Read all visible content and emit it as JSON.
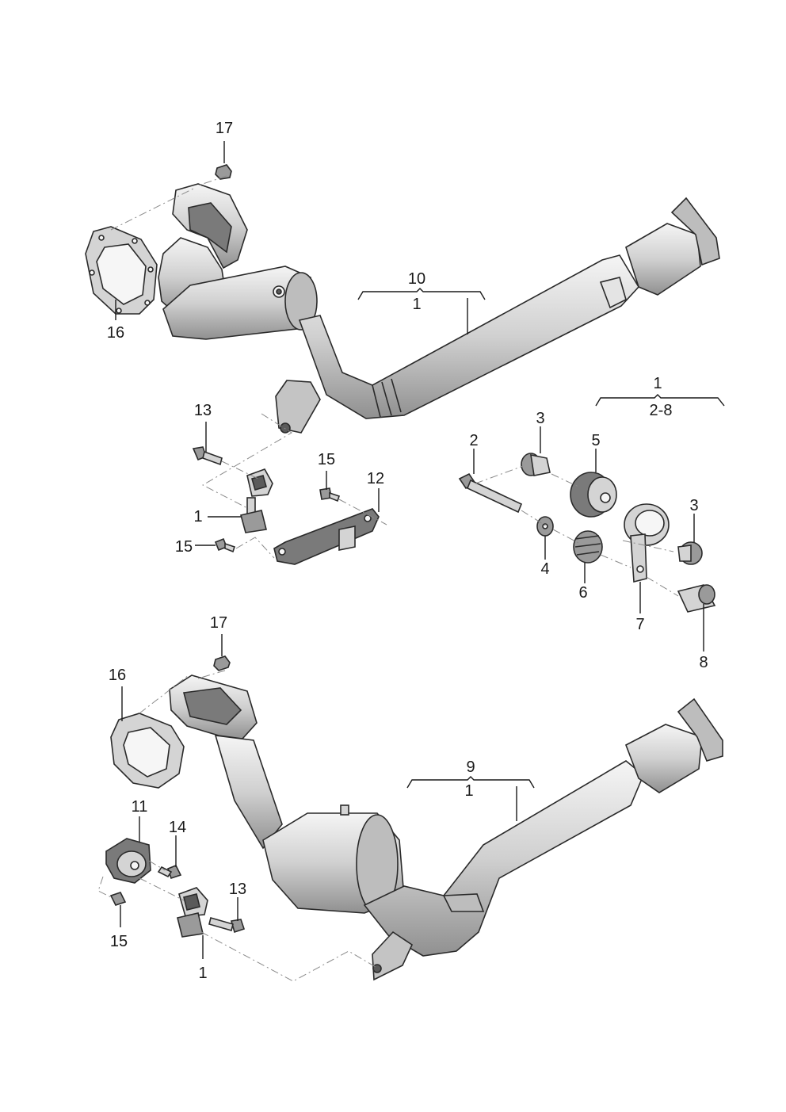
{
  "callouts": {
    "c17_top": "17",
    "c16_top": "16",
    "c10": "10",
    "c1_under10": "1",
    "c13_top": "13",
    "c15_top": "15",
    "c12": "12",
    "c1_top_mount": "1",
    "c15_top_left": "15",
    "c1_group": "1",
    "c2_8": "2-8",
    "c2": "2",
    "c3_a": "3",
    "c5": "5",
    "c3_b": "3",
    "c4": "4",
    "c6": "6",
    "c7": "7",
    "c8": "8",
    "c17_bottom": "17",
    "c16_bottom": "16",
    "c9": "9",
    "c1_under9": "1",
    "c11": "11",
    "c14": "14",
    "c13_bottom": "13",
    "c15_bottom": "15",
    "c1_bottom_mount": "1"
  },
  "colors": {
    "line": "#1a1a1a",
    "part_fill": "#d4d4d4",
    "dash": "#8a8a8a"
  }
}
